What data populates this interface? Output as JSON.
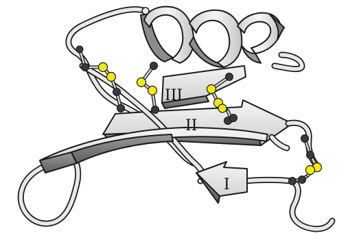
{
  "figure": {
    "strand_labels": [
      "III",
      "II",
      "I"
    ]
  },
  "colors": {
    "sulfur": "#f2e81c",
    "carbon": "#3a3a3a",
    "ribbon_light": "#e4e4e4",
    "ribbon_shadow": "#8a8a8a"
  }
}
